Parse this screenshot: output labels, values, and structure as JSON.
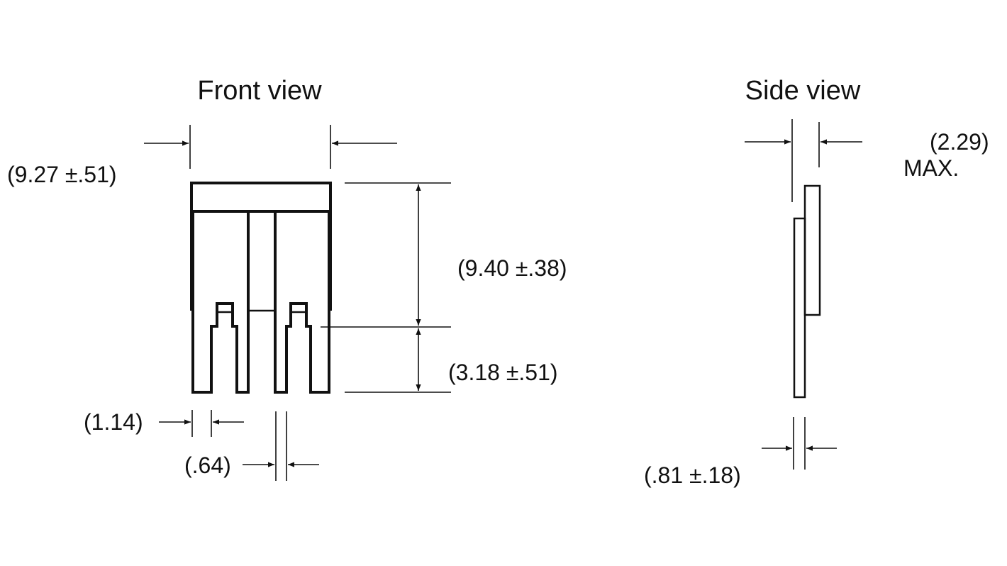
{
  "front_view": {
    "title": "Front view",
    "dims": {
      "overall_width": "(9.27 ±.51)",
      "body_height": "(9.40 ±.38)",
      "blade_length": "(3.18 ±.51)",
      "blade_width": "(1.14)",
      "gap": "(.64)"
    }
  },
  "side_view": {
    "title": "Side view",
    "dims": {
      "max_thickness": "(2.29)",
      "max_label": "MAX.",
      "blade_thickness": "(.81 ±.18)"
    }
  }
}
